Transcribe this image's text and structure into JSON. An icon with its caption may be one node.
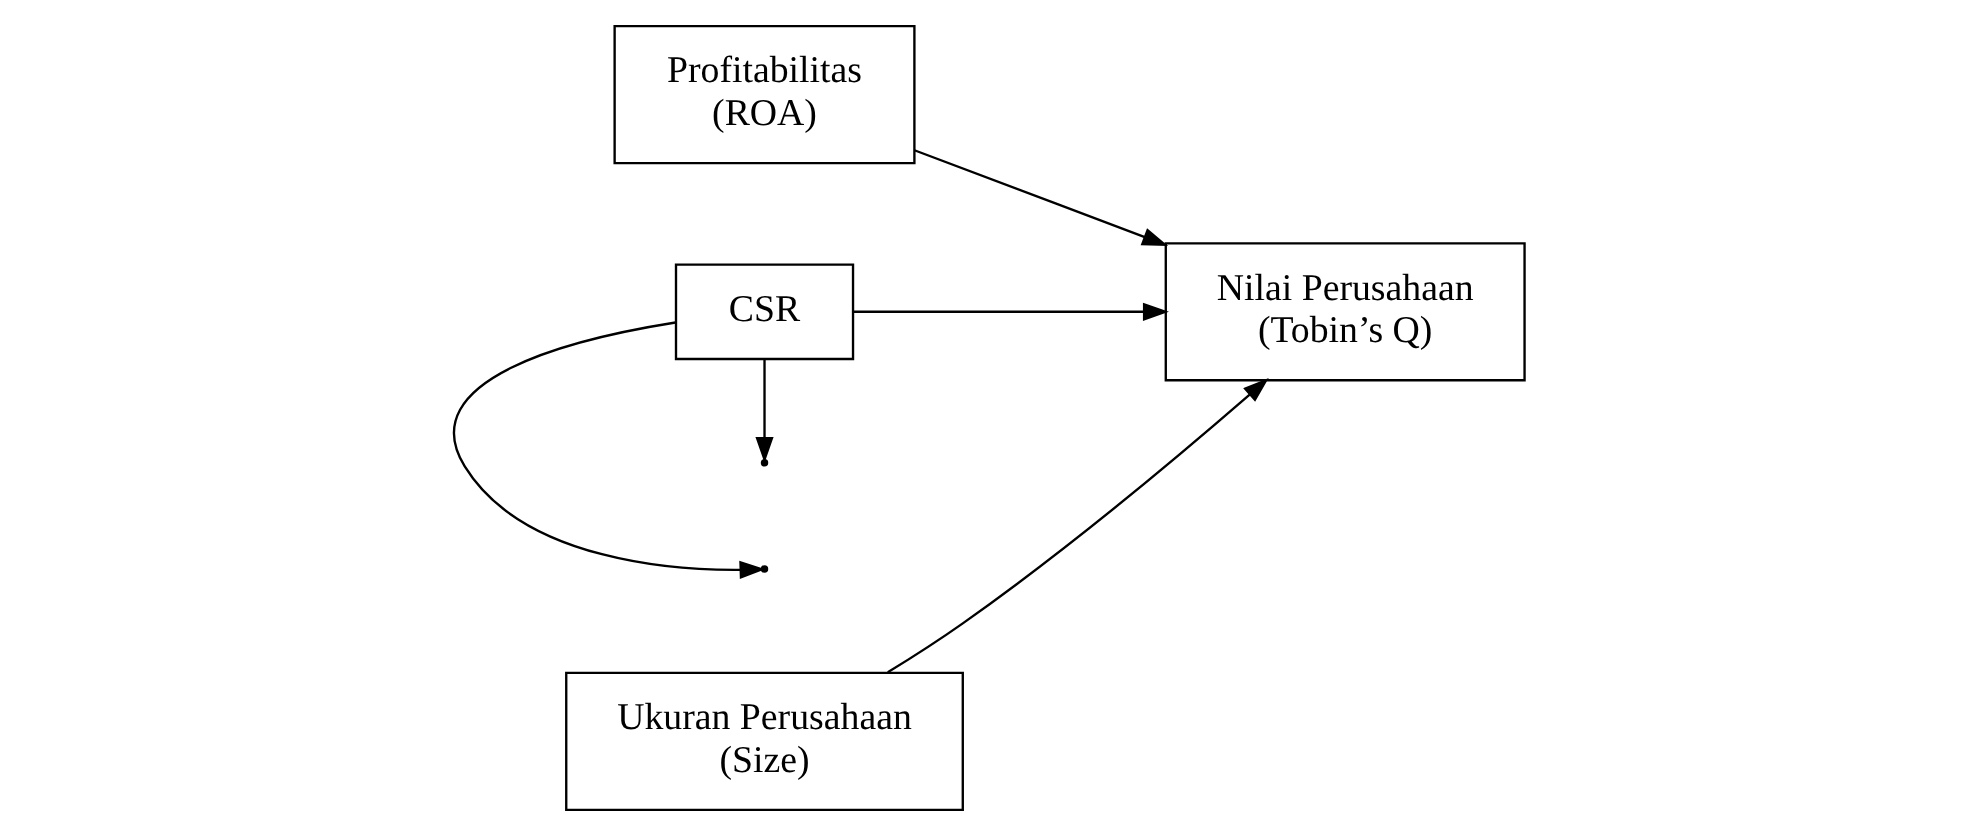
{
  "diagram": {
    "nodes": [
      {
        "text": [
          "Profitabilitas",
          "(ROA)"
        ]
      },
      {
        "text": [
          "Nilai Perusahaan",
          "(Tobin’s Q)"
        ]
      },
      {
        "text": [
          "CSR"
        ]
      },
      {
        "text": [
          "Ukuran Perusahaan",
          "(Size)"
        ]
      }
    ],
    "edges": [
      {
        "from": 0,
        "to": 1,
        "arrow": "to"
      },
      {
        "from": 2,
        "to": 1,
        "arrow": "to"
      },
      {
        "from": 3,
        "to": 1,
        "arrow": "to"
      },
      {
        "from": 2,
        "to": null,
        "arrow": "to"
      },
      {
        "from": 2,
        "to": null,
        "arrow": "to"
      }
    ]
  }
}
